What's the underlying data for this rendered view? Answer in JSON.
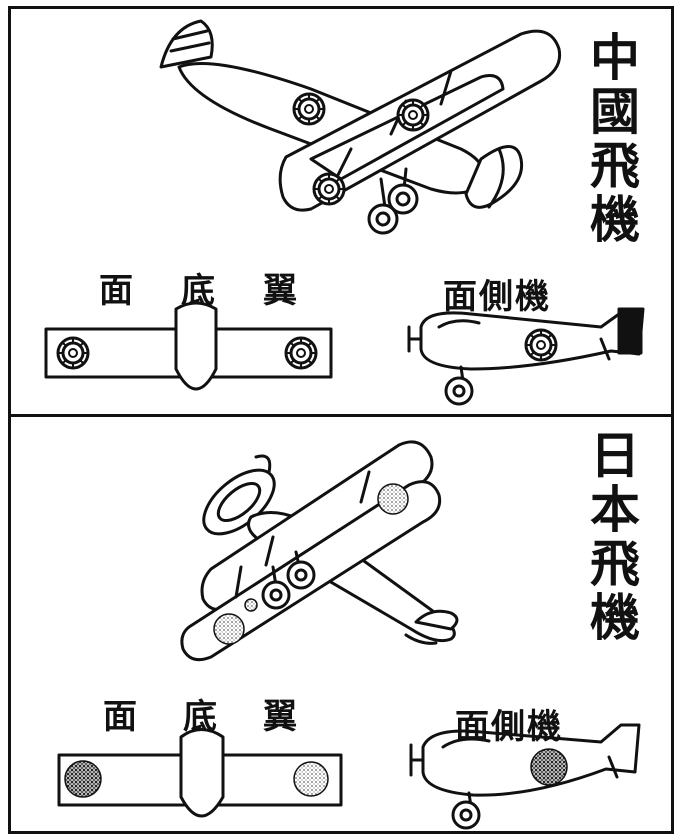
{
  "top_panel": {
    "title_chars": [
      "中",
      "國",
      "飛",
      "機"
    ],
    "wing_bottom_label": [
      "面",
      "底",
      "翼"
    ],
    "side_label": "面側機"
  },
  "bottom_panel": {
    "title_chars": [
      "日",
      "本",
      "飛",
      "機"
    ],
    "wing_bottom_label": [
      "面",
      "底",
      "翼"
    ],
    "side_label": "面側機"
  }
}
